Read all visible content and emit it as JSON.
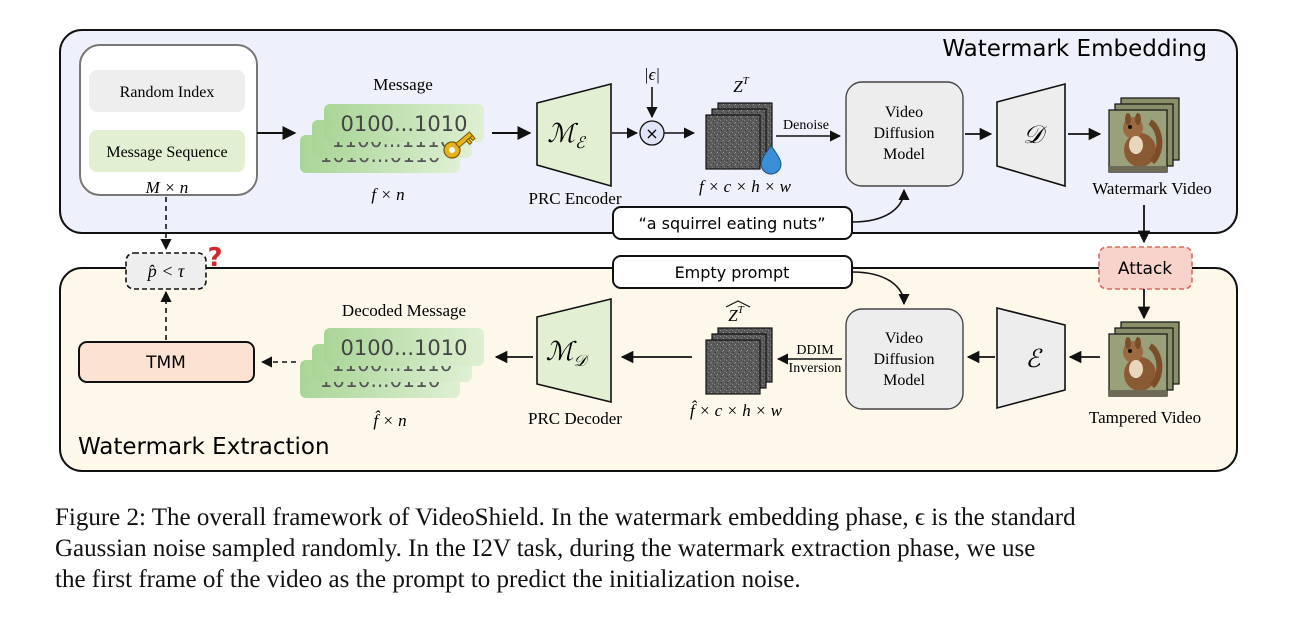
{
  "embedding": {
    "title": "Watermark Embedding",
    "random_index": "Random Index",
    "message_sequence": "Message Sequence",
    "m_dim": "M × n",
    "message_label": "Message",
    "message_bits": "0100...1010",
    "message_bits_back": "1100...1110",
    "message_bits_back2": "1010...0110",
    "f_dim": "f × n",
    "encoder_symbol": "ℳ",
    "encoder_sub": "ℰ",
    "encoder_label": "PRC Encoder",
    "noise_label": "|ϵ|",
    "multiply": "×",
    "zt_base": "Z",
    "zt_sup": "T",
    "latent_dims": "f × c × h × w",
    "denoise": "Denoise",
    "vdm_line1": "Video",
    "vdm_line2": "Diffusion",
    "vdm_line3": "Model",
    "decoder_symbol": "𝒟",
    "output_label": "Watermark Video",
    "prompt": "“a squirrel eating nuts”"
  },
  "attack": "Attack",
  "extraction": {
    "title": "Watermark Extraction",
    "compare_p": "p̂ < τ",
    "question": "?",
    "tmm": "TMM",
    "decoded_label": "Decoded Message",
    "decoded_bits": "0100...1010",
    "decoded_bits_back": "1100...1110",
    "decoded_bits_back2": "1010...0110",
    "fhat_dim": "f̂ × n",
    "decoder_symbol": "ℳ",
    "decoder_sub": "𝒟",
    "decoder_label": "PRC Decoder",
    "zt_hat_base": "Z",
    "zt_hat_sup": "T",
    "latent_dims": "f̂ × c × h × w",
    "ddim_line1": "DDIM",
    "ddim_line2": "Inversion",
    "vdm_line1": "Video",
    "vdm_line2": "Diffusion",
    "vdm_line3": "Model",
    "encoder_symbol": "ℰ",
    "input_label": "Tampered Video",
    "empty_prompt": "Empty prompt"
  },
  "caption": {
    "line1": "Figure 2: The overall framework of VideoShield. In the watermark embedding phase, ϵ is the standard",
    "line2": "Gaussian noise sampled randomly. In the I2V task, during the watermark extraction phase, we use",
    "line3": "the first frame of the video as the prompt to predict the initialization noise."
  },
  "colors": {
    "embed_bg": "#eef1fb",
    "extract_bg": "#fdf8ea",
    "message_green": "#c5e3b6",
    "prc_green": "#e2efd2",
    "vdm_gray": "#ededed",
    "attack_fill": "#f8d3cc",
    "attack_border": "#d96b5c",
    "tmm_fill": "#fbe2d2",
    "key_gold": "#e7b21b",
    "drop_blue": "#3a8fd6",
    "question_red": "#d22a2a"
  }
}
